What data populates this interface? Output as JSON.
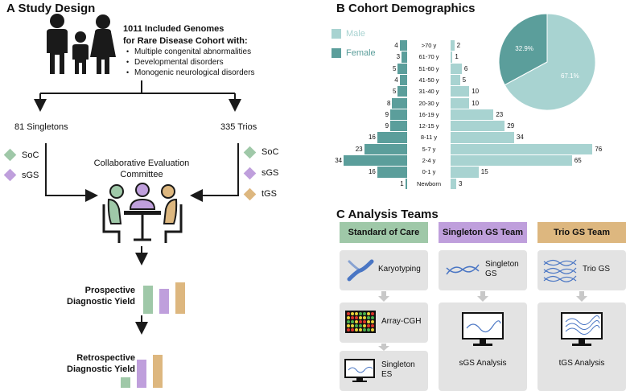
{
  "panel_a": {
    "title": "A Study Design",
    "cohort_title_1": "1011 Included Genomes",
    "cohort_title_2": "for Rare Disease Cohort with:",
    "disorders": [
      "Multiple congenital abnormalities",
      "Developmental disorders",
      "Monogenic neurological disorders"
    ],
    "singletons": "81 Singletons",
    "trios": "335 Trios",
    "singleton_methods": [
      "SoC",
      "sGS"
    ],
    "trio_methods": [
      "SoC",
      "sGS",
      "tGS"
    ],
    "committee_1": "Collaborative Evaluation",
    "committee_2": "Committee",
    "prospective_1": "Prospective",
    "prospective_2": "Diagnostic Yield",
    "retrospective_1": "Retrospective",
    "retrospective_2": "Diagnostic Yield",
    "prospective_yield": [
      0.7,
      0.62,
      0.78
    ],
    "retrospective_yield": [
      0.28,
      0.75,
      0.9
    ]
  },
  "panel_b": {
    "title": "B Cohort Demographics",
    "legend_male": "Male",
    "legend_female": "Female",
    "pie": [
      {
        "name": "Male",
        "value": 67.1,
        "label": "67.1%"
      },
      {
        "name": "Female",
        "value": 32.9,
        "label": "32.9%"
      }
    ]
  },
  "chart_data": {
    "type": "bar",
    "orientation": "horizontal-population-pyramid",
    "categories": [
      ">70 y",
      "61-70 y",
      "51-60 y",
      "41-50 y",
      "31-40 y",
      "20-30 y",
      "16-19 y",
      "12-15 y",
      "8-11 y",
      "5-7 y",
      "2-4 y",
      "0-1 y",
      "Newborn"
    ],
    "series": [
      {
        "name": "Female",
        "values": [
          4,
          3,
          5,
          4,
          5,
          8,
          9,
          9,
          16,
          23,
          34,
          16,
          1
        ]
      },
      {
        "name": "Male",
        "values": [
          2,
          1,
          6,
          5,
          10,
          10,
          23,
          29,
          34,
          76,
          65,
          15,
          3
        ]
      }
    ]
  },
  "panel_c": {
    "title": "C Analysis Teams",
    "teams": [
      {
        "label": "Standard of Care",
        "color": "#9fc8a8"
      },
      {
        "label": "Singleton GS Team",
        "color": "#bf9fdc"
      },
      {
        "label": "Trio GS Team",
        "color": "#ddb77f"
      }
    ],
    "soc_steps": [
      "Karyotyping",
      "Array-CGH",
      "Singleton ES"
    ],
    "singleton_input": "Singleton GS",
    "singleton_analysis": "sGS Analysis",
    "trio_input": "Trio GS",
    "trio_analysis": "tGS Analysis"
  },
  "colors": {
    "soc": "#9fc8a8",
    "sgs": "#bf9fdc",
    "tgs": "#ddb77f",
    "male": "#a8d3d1",
    "female": "#5b9e9b",
    "icon": "#1a1a1a",
    "card": "#e3e3e3"
  }
}
